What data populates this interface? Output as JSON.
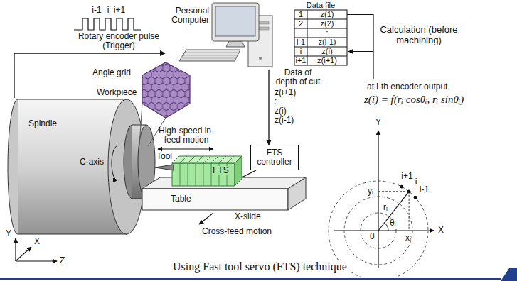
{
  "diagram": {
    "caption": "Using Fast tool servo (FTS) technique",
    "nodes": [
      {
        "text": [
          "Data file"
        ]
      },
      {
        "text": [
          "Personal Computer"
        ]
      },
      {
        "text": [
          "FTS controller"
        ]
      },
      {
        "text": [
          "Spindle"
        ]
      },
      {
        "text": [
          "FTS"
        ]
      }
    ],
    "edges": [
      {
        "from": 3,
        "to": 1,
        "arrow": "to"
      },
      {
        "from": 1,
        "to": 2,
        "arrow": "to"
      },
      {
        "from": 2,
        "to": 4,
        "arrow": "none"
      }
    ],
    "labels": [
      "1",
      "z(1)",
      "2",
      "z(2)",
      ":",
      "i-1",
      "z(i-1)",
      "i",
      "z(i)",
      "i+1",
      "z(i+1)",
      "Calculation (before machining)",
      "at i-th encoder output",
      "z(i) = f(rᵢ cosθᵢ, rᵢ sinθᵢ)",
      "Y",
      "X",
      "0",
      "i+1",
      "i",
      "i-1",
      "rᵢ",
      "θᵢ",
      "xᵢ",
      "yᵢ",
      "i-1",
      "i",
      "i+1",
      "Rotary encoder pulse (Trigger)",
      "Data of depth of cut",
      "z(i+1)",
      ":",
      "z(i)",
      "z(i-1)",
      "Angle grid",
      "Workpiece",
      "C-axis",
      "Tool",
      "High-speed in-feed motion",
      "Table",
      "X-slide",
      "Cross-feed motion",
      "Y",
      "X",
      "Z"
    ]
  }
}
